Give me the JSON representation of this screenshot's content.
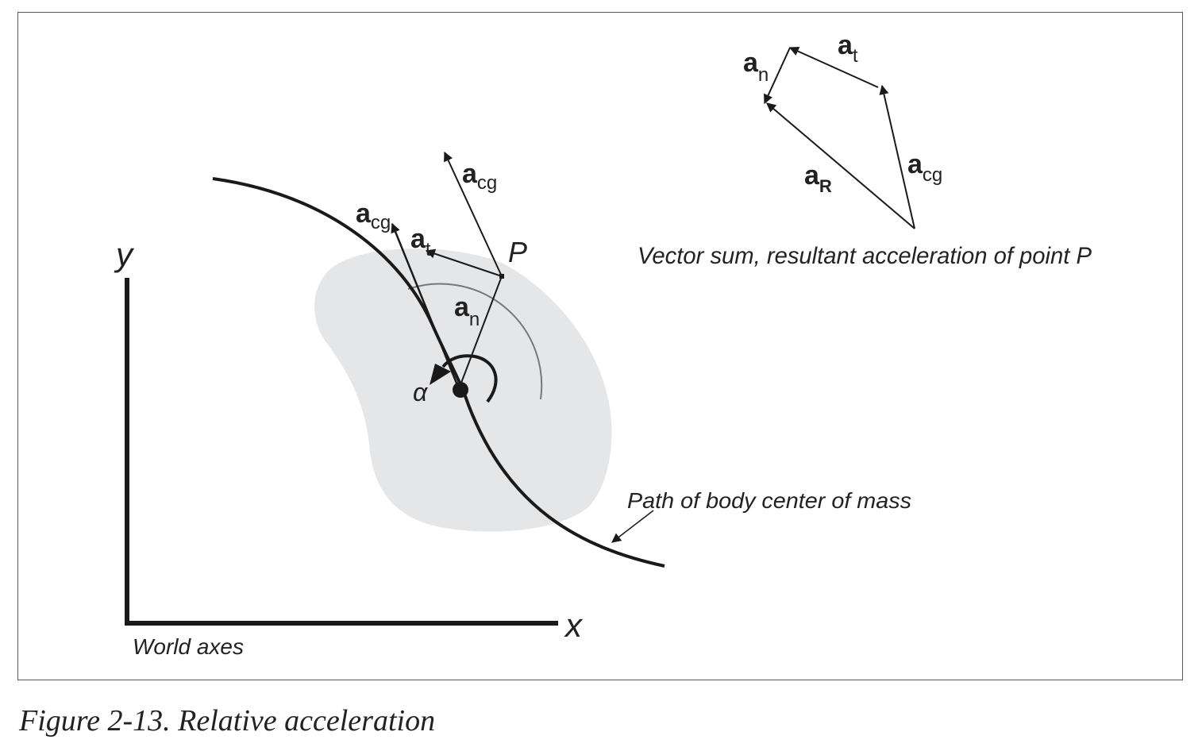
{
  "diagram": {
    "axis_x_label": "x",
    "axis_y_label": "y",
    "axes_caption": "World axes",
    "path_caption": "Path of body center of mass",
    "point_label": "P",
    "angular_accel_label": "α",
    "vector_sum_caption": "Vector sum, resultant acceleration of point P",
    "vectors": {
      "acg": {
        "base": "a",
        "sub": "cg"
      },
      "at": {
        "base": "a",
        "sub": "t"
      },
      "an": {
        "base": "a",
        "sub": "n"
      },
      "aR": {
        "base": "a",
        "sub": "R"
      }
    }
  },
  "caption": "Figure 2-13. Relative acceleration",
  "colors": {
    "line": "#1a1a1a",
    "body_fill": "#e5e6e8",
    "arc": "#777777",
    "frame": "#555555"
  }
}
